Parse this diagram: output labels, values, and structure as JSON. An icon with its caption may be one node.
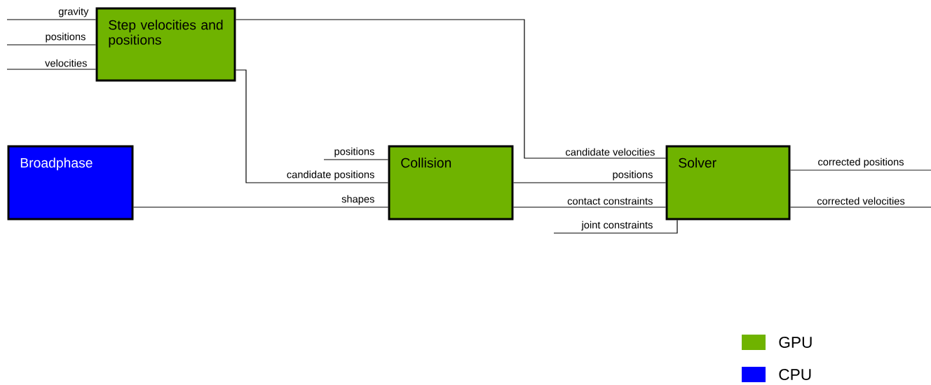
{
  "diagram": {
    "nodes": [
      {
        "text": [
          "Step velocities and positions"
        ]
      },
      {
        "text": [
          "Broadphase"
        ]
      },
      {
        "text": [
          "Collision"
        ]
      },
      {
        "text": [
          "Solver"
        ]
      }
    ],
    "edges": [
      {
        "from": null,
        "to": 0,
        "arrow": "none",
        "label": "gravity"
      },
      {
        "from": null,
        "to": 0,
        "arrow": "none",
        "label": "positions"
      },
      {
        "from": null,
        "to": 0,
        "arrow": "none",
        "label": "velocities"
      },
      {
        "from": 0,
        "to": 3,
        "arrow": "none",
        "label": "candidate velocities"
      },
      {
        "from": 0,
        "to": 2,
        "arrow": "none",
        "label": "candidate positions"
      },
      {
        "from": null,
        "to": 2,
        "arrow": "none",
        "label": "positions"
      },
      {
        "from": 1,
        "to": 2,
        "arrow": "none",
        "label": "shapes"
      },
      {
        "from": 2,
        "to": 3,
        "arrow": "none",
        "label": "positions"
      },
      {
        "from": 2,
        "to": 3,
        "arrow": "none",
        "label": "contact constraints"
      },
      {
        "from": null,
        "to": 3,
        "arrow": "none",
        "label": "joint constraints"
      },
      {
        "from": 3,
        "to": null,
        "arrow": "none",
        "label": "corrected positions"
      },
      {
        "from": 3,
        "to": null,
        "arrow": "none",
        "label": "corrected velocities"
      }
    ],
    "legend": [
      {
        "text": "GPU",
        "color": "#6fb300"
      },
      {
        "text": "CPU",
        "color": "#0000ff"
      }
    ]
  }
}
